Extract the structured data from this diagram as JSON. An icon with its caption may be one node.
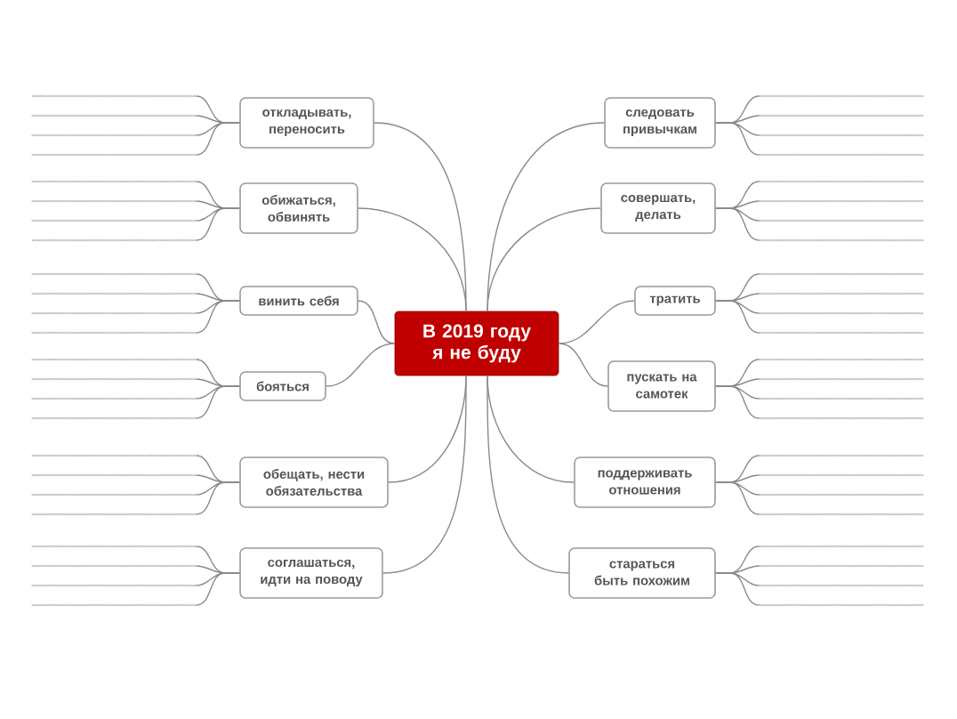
{
  "diagram": {
    "nodes": [
      {
        "text": [
          "В 2019 году я не буду"
        ]
      },
      {
        "text": [
          "откладывать, переносить"
        ]
      },
      {
        "text": [
          "обижаться, обвинять"
        ]
      },
      {
        "text": [
          "винить себя"
        ]
      },
      {
        "text": [
          "бояться"
        ]
      },
      {
        "text": [
          "обещать, нести обязательства"
        ]
      },
      {
        "text": [
          "соглашаться, идти на поводу"
        ]
      },
      {
        "text": [
          "следовать привычкам"
        ]
      },
      {
        "text": [
          "совершать, делать"
        ]
      },
      {
        "text": [
          "тратить"
        ]
      },
      {
        "text": [
          "пускать на самотек"
        ]
      },
      {
        "text": [
          "поддерживать отношения"
        ]
      },
      {
        "text": [
          "стараться быть похожим"
        ]
      },
      {
        "text": [],
        "shape": "line"
      },
      {
        "text": [],
        "shape": "line"
      },
      {
        "text": [],
        "shape": "line"
      },
      {
        "text": [],
        "shape": "line"
      },
      {
        "text": [],
        "shape": "line"
      },
      {
        "text": [],
        "shape": "line"
      },
      {
        "text": [],
        "shape": "line"
      },
      {
        "text": [],
        "shape": "line"
      },
      {
        "text": [],
        "shape": "line"
      },
      {
        "text": [],
        "shape": "line"
      },
      {
        "text": [],
        "shape": "line"
      },
      {
        "text": [],
        "shape": "line"
      },
      {
        "text": [],
        "shape": "line"
      },
      {
        "text": [],
        "shape": "line"
      },
      {
        "text": [],
        "shape": "line"
      },
      {
        "text": [],
        "shape": "line"
      },
      {
        "text": [],
        "shape": "line"
      },
      {
        "text": [],
        "shape": "line"
      },
      {
        "text": [],
        "shape": "line"
      },
      {
        "text": [],
        "shape": "line"
      },
      {
        "text": [],
        "shape": "line"
      },
      {
        "text": [],
        "shape": "line"
      },
      {
        "text": [],
        "shape": "line"
      },
      {
        "text": [],
        "shape": "line"
      },
      {
        "text": [],
        "shape": "line"
      },
      {
        "text": [],
        "shape": "line"
      },
      {
        "text": [],
        "shape": "line"
      },
      {
        "text": [],
        "shape": "line"
      },
      {
        "text": [],
        "shape": "line"
      },
      {
        "text": [],
        "shape": "line"
      },
      {
        "text": [],
        "shape": "line"
      },
      {
        "text": [],
        "shape": "line"
      },
      {
        "text": [],
        "shape": "line"
      },
      {
        "text": [],
        "shape": "line"
      },
      {
        "text": [],
        "shape": "line"
      },
      {
        "text": [],
        "shape": "line"
      },
      {
        "text": [],
        "shape": "line"
      },
      {
        "text": [],
        "shape": "line"
      },
      {
        "text": [],
        "shape": "line"
      },
      {
        "text": [],
        "shape": "line"
      },
      {
        "text": [],
        "shape": "line"
      },
      {
        "text": [],
        "shape": "line"
      },
      {
        "text": [],
        "shape": "line"
      },
      {
        "text": [],
        "shape": "line"
      },
      {
        "text": [],
        "shape": "line"
      },
      {
        "text": [],
        "shape": "line"
      },
      {
        "text": [],
        "shape": "line"
      },
      {
        "text": [],
        "shape": "line"
      }
    ],
    "edges": [
      {
        "from": 0,
        "to": 1,
        "arrow": "none"
      },
      {
        "from": 0,
        "to": 2,
        "arrow": "none"
      },
      {
        "from": 0,
        "to": 3,
        "arrow": "none"
      },
      {
        "from": 0,
        "to": 4,
        "arrow": "none"
      },
      {
        "from": 0,
        "to": 5,
        "arrow": "none"
      },
      {
        "from": 0,
        "to": 6,
        "arrow": "none"
      },
      {
        "from": 0,
        "to": 7,
        "arrow": "none"
      },
      {
        "from": 0,
        "to": 8,
        "arrow": "none"
      },
      {
        "from": 0,
        "to": 9,
        "arrow": "none"
      },
      {
        "from": 0,
        "to": 10,
        "arrow": "none"
      },
      {
        "from": 0,
        "to": 11,
        "arrow": "none"
      },
      {
        "from": 0,
        "to": 12,
        "arrow": "none"
      },
      {
        "from": 1,
        "to": 13,
        "arrow": "none"
      },
      {
        "from": 1,
        "to": 14,
        "arrow": "none"
      },
      {
        "from": 1,
        "to": 15,
        "arrow": "none"
      },
      {
        "from": 1,
        "to": 16,
        "arrow": "none"
      },
      {
        "from": 2,
        "to": 17,
        "arrow": "none"
      },
      {
        "from": 2,
        "to": 18,
        "arrow": "none"
      },
      {
        "from": 2,
        "to": 19,
        "arrow": "none"
      },
      {
        "from": 2,
        "to": 20,
        "arrow": "none"
      },
      {
        "from": 3,
        "to": 21,
        "arrow": "none"
      },
      {
        "from": 3,
        "to": 22,
        "arrow": "none"
      },
      {
        "from": 3,
        "to": 23,
        "arrow": "none"
      },
      {
        "from": 3,
        "to": 24,
        "arrow": "none"
      },
      {
        "from": 4,
        "to": 25,
        "arrow": "none"
      },
      {
        "from": 4,
        "to": 26,
        "arrow": "none"
      },
      {
        "from": 4,
        "to": 27,
        "arrow": "none"
      },
      {
        "from": 4,
        "to": 28,
        "arrow": "none"
      },
      {
        "from": 5,
        "to": 29,
        "arrow": "none"
      },
      {
        "from": 5,
        "to": 30,
        "arrow": "none"
      },
      {
        "from": 5,
        "to": 31,
        "arrow": "none"
      },
      {
        "from": 5,
        "to": 32,
        "arrow": "none"
      },
      {
        "from": 6,
        "to": 33,
        "arrow": "none"
      },
      {
        "from": 6,
        "to": 34,
        "arrow": "none"
      },
      {
        "from": 6,
        "to": 35,
        "arrow": "none"
      },
      {
        "from": 6,
        "to": 36,
        "arrow": "none"
      },
      {
        "from": 7,
        "to": 37,
        "arrow": "none"
      },
      {
        "from": 7,
        "to": 38,
        "arrow": "none"
      },
      {
        "from": 7,
        "to": 39,
        "arrow": "none"
      },
      {
        "from": 7,
        "to": 40,
        "arrow": "none"
      },
      {
        "from": 8,
        "to": 41,
        "arrow": "none"
      },
      {
        "from": 8,
        "to": 42,
        "arrow": "none"
      },
      {
        "from": 8,
        "to": 43,
        "arrow": "none"
      },
      {
        "from": 8,
        "to": 44,
        "arrow": "none"
      },
      {
        "from": 9,
        "to": 45,
        "arrow": "none"
      },
      {
        "from": 9,
        "to": 46,
        "arrow": "none"
      },
      {
        "from": 9,
        "to": 47,
        "arrow": "none"
      },
      {
        "from": 9,
        "to": 48,
        "arrow": "none"
      },
      {
        "from": 10,
        "to": 49,
        "arrow": "none"
      },
      {
        "from": 10,
        "to": 50,
        "arrow": "none"
      },
      {
        "from": 10,
        "to": 51,
        "arrow": "none"
      },
      {
        "from": 10,
        "to": 52,
        "arrow": "none"
      },
      {
        "from": 11,
        "to": 53,
        "arrow": "none"
      },
      {
        "from": 11,
        "to": 54,
        "arrow": "none"
      },
      {
        "from": 11,
        "to": 55,
        "arrow": "none"
      },
      {
        "from": 11,
        "to": 56,
        "arrow": "none"
      },
      {
        "from": 12,
        "to": 57,
        "arrow": "none"
      },
      {
        "from": 12,
        "to": 58,
        "arrow": "none"
      },
      {
        "from": 12,
        "to": 59,
        "arrow": "none"
      },
      {
        "from": 12,
        "to": 60,
        "arrow": "none"
      }
    ]
  }
}
